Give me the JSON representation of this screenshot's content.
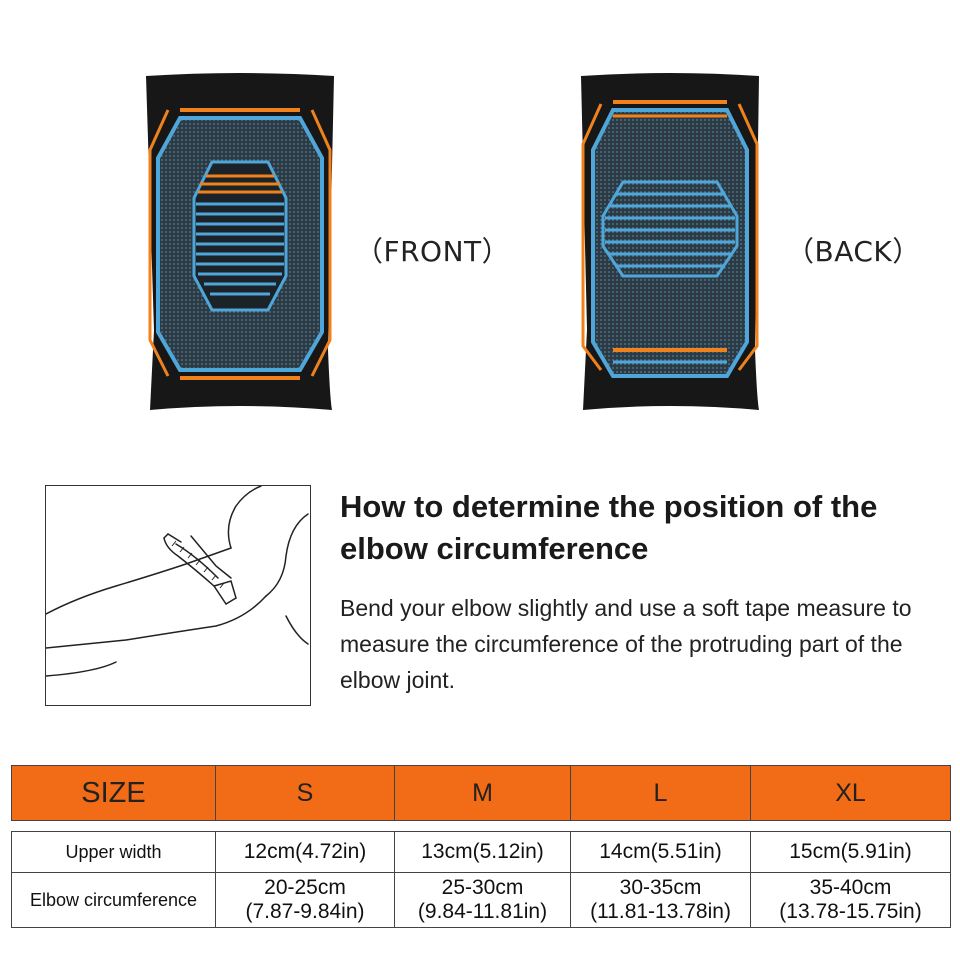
{
  "labels": {
    "front": "（FRONT）",
    "back": "（BACK）"
  },
  "guide": {
    "heading": "How to determine the position of the elbow circumference",
    "body": "Bend your elbow slightly and use a soft tape measure to measure the circumference of the protruding part of the elbow joint."
  },
  "size_table": {
    "header_label": "SIZE",
    "sizes": [
      "S",
      "M",
      "L",
      "XL"
    ],
    "upper_width": {
      "label": "Upper width",
      "values": [
        "12cm(4.72in)",
        "13cm(5.12in)",
        "14cm(5.51in)",
        "15cm(5.91in)"
      ]
    },
    "elbow": {
      "label": "Elbow circumference",
      "cm": [
        "20-25cm",
        "25-30cm",
        "30-35cm",
        "35-40cm"
      ],
      "inch": [
        "(7.87-9.84in)",
        "(9.84-11.81in)",
        "(11.81-13.78in)",
        "(13.78-15.75in)"
      ]
    }
  },
  "colors": {
    "sleeve_body": "#1a1a1a",
    "accent_orange": "#f0821e",
    "accent_blue": "#4fa6d8",
    "table_header": "#f26b16"
  }
}
